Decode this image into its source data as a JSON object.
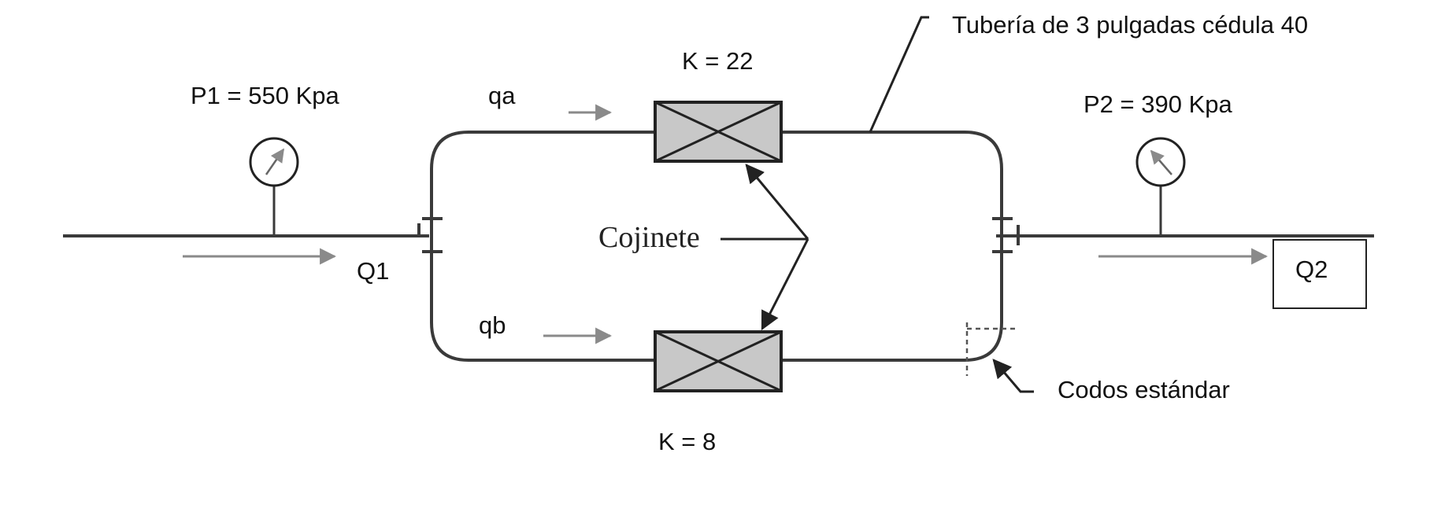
{
  "labels": {
    "p1": "P1 = 550 Kpa",
    "p2": "P2 = 390 Kpa",
    "k_top": "K = 22",
    "k_bottom": "K = 8",
    "qa": "qa",
    "qb": "qb",
    "q1": "Q1",
    "q2": "Q2",
    "pipe_note": "Tubería de 3 pulgadas cédula 40",
    "bearing": "Cojinete",
    "elbows": "Codos estándar"
  },
  "colors": {
    "line": "#3a3a3a",
    "valve_fill": "#c8c8c8",
    "arrow_gray": "#8a8a8a"
  }
}
